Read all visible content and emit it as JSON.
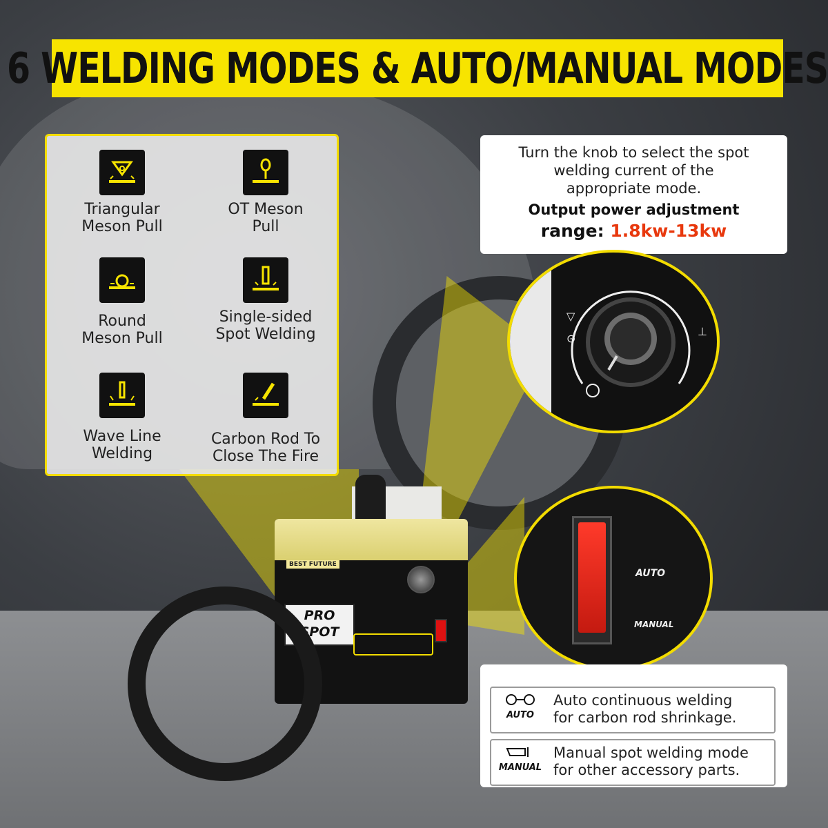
{
  "title": "6 WELDING MODES & AUTO/MANUAL MODES",
  "modes": [
    {
      "label_line1": "Triangular",
      "label_line2": "Meson Pull",
      "icon": "triangle-spark-icon"
    },
    {
      "label_line1": "OT Meson",
      "label_line2": "Pull",
      "icon": "ot-ring-icon"
    },
    {
      "label_line1": "Round",
      "label_line2": "Meson Pull",
      "icon": "round-meson-icon"
    },
    {
      "label_line1": "Single-sided",
      "label_line2": "Spot Welding",
      "icon": "single-spot-icon"
    },
    {
      "label_line1": "Wave Line",
      "label_line2": "Welding",
      "icon": "wave-line-icon"
    },
    {
      "label_line1": "Carbon Rod To",
      "label_line2": "Close The Fire",
      "icon": "carbon-rod-icon"
    }
  ],
  "info": {
    "desc_line1": "Turn the knob to select the spot",
    "desc_line2": "welding current of the",
    "desc_line3": "appropriate mode.",
    "output_label": "Output power adjustment",
    "range_label": "range:",
    "range_value": "1.8kw-13kw"
  },
  "switch_labels": {
    "auto": "AUTO",
    "manual": "MANUAL"
  },
  "machine": {
    "brand": "BEST FUTURE",
    "model_line1": "PRO",
    "model_line2": "SPOT"
  },
  "legend": [
    {
      "cap": "AUTO",
      "line1": "Auto continuous welding",
      "line2": "for carbon rod shrinkage."
    },
    {
      "cap": "MANUAL",
      "line1": "Manual spot welding mode",
      "line2": "for other accessory parts."
    }
  ],
  "colors": {
    "accent_yellow": "#f7e400",
    "range_red": "#e8380d",
    "dark": "#111111"
  }
}
